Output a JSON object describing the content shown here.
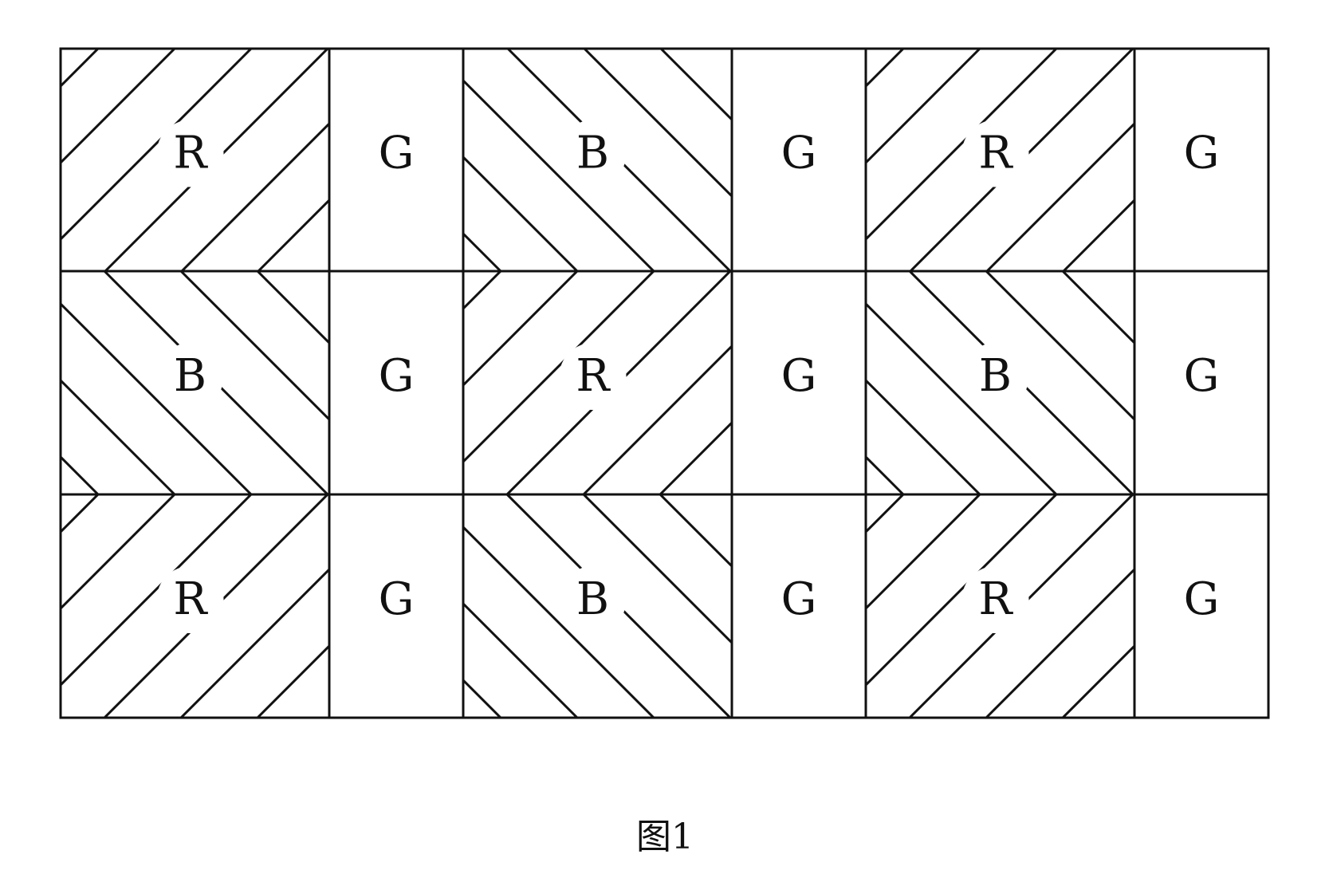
{
  "figure": {
    "caption": "图1",
    "rows": [
      [
        {
          "label": "R",
          "hatch": "slash"
        },
        {
          "label": "G",
          "hatch": "none"
        },
        {
          "label": "B",
          "hatch": "backslash"
        },
        {
          "label": "G",
          "hatch": "none"
        },
        {
          "label": "R",
          "hatch": "slash"
        },
        {
          "label": "G",
          "hatch": "none"
        }
      ],
      [
        {
          "label": "B",
          "hatch": "backslash"
        },
        {
          "label": "G",
          "hatch": "none"
        },
        {
          "label": "R",
          "hatch": "slash"
        },
        {
          "label": "G",
          "hatch": "none"
        },
        {
          "label": "B",
          "hatch": "backslash"
        },
        {
          "label": "G",
          "hatch": "none"
        }
      ],
      [
        {
          "label": "R",
          "hatch": "slash"
        },
        {
          "label": "G",
          "hatch": "none"
        },
        {
          "label": "B",
          "hatch": "backslash"
        },
        {
          "label": "G",
          "hatch": "none"
        },
        {
          "label": "R",
          "hatch": "slash"
        },
        {
          "label": "G",
          "hatch": "none"
        }
      ]
    ],
    "line_color": "#111111",
    "background_color": "#ffffff"
  }
}
